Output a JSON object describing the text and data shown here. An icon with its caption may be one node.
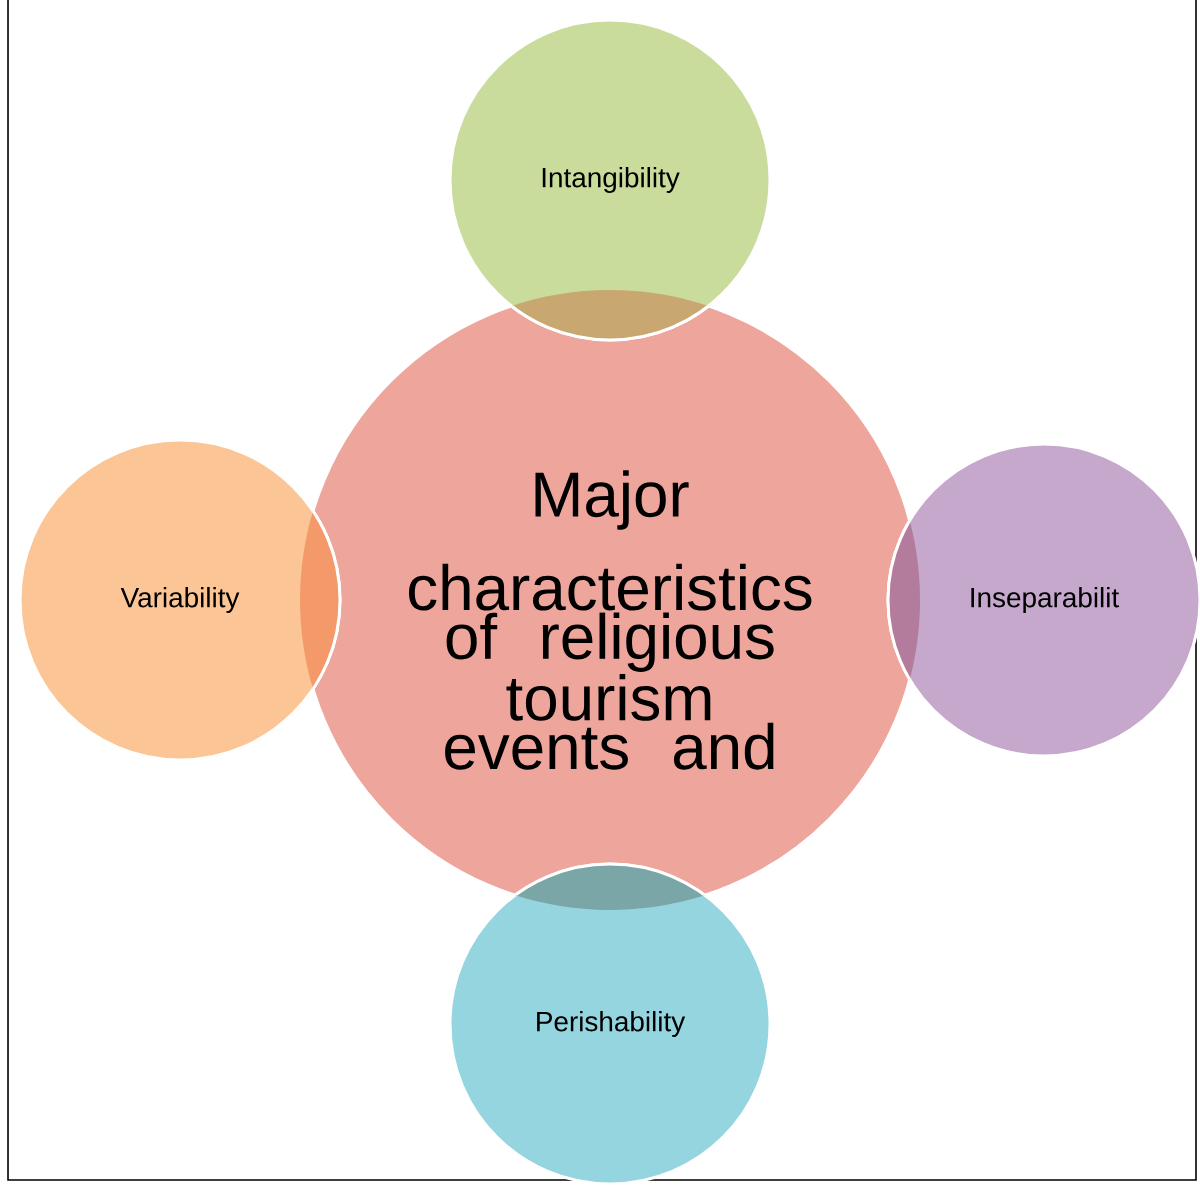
{
  "diagram": {
    "nodes": [
      {
        "text": [
          "Intangibility"
        ]
      },
      {
        "text": [
          "Major",
          "characteristics of religious tourism events and"
        ]
      },
      {
        "text": [
          "Variability"
        ]
      },
      {
        "text": [
          "Inseparabilit"
        ]
      },
      {
        "text": [
          "Perishability"
        ]
      }
    ]
  }
}
